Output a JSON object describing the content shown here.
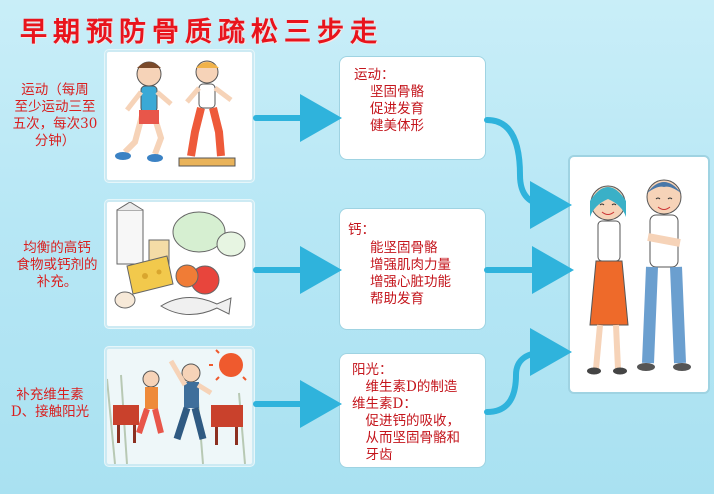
{
  "title": "早期预防骨质疏松三步走",
  "rows": [
    {
      "left_label": [
        "运动（每周",
        "至少运动三至",
        "五次，每次30",
        "分钟）"
      ],
      "box_head": "运动：",
      "box_items": [
        "坚固骨骼",
        "促进发育",
        "健美体形"
      ]
    },
    {
      "left_label": [
        "均衡的高钙",
        "食物或钙剂的",
        "补充。"
      ],
      "box_head": "钙：",
      "box_items": [
        "能坚固骨骼",
        "增强肌肉力量",
        "增强心脏功能",
        "帮助发育"
      ]
    },
    {
      "left_label": [
        "补充维生素",
        "D、接触阳光"
      ],
      "box_head": "阳光：",
      "box_items": [
        "　维生素D的制造",
        "维生素D：",
        "　促进钙的吸收，",
        "　从而坚固骨骼和",
        "　牙齿"
      ]
    }
  ],
  "colors": {
    "title": "#e8141c",
    "text": "#c4151c",
    "arrow": "#2fb3dc",
    "background": "#b7e7f5"
  }
}
